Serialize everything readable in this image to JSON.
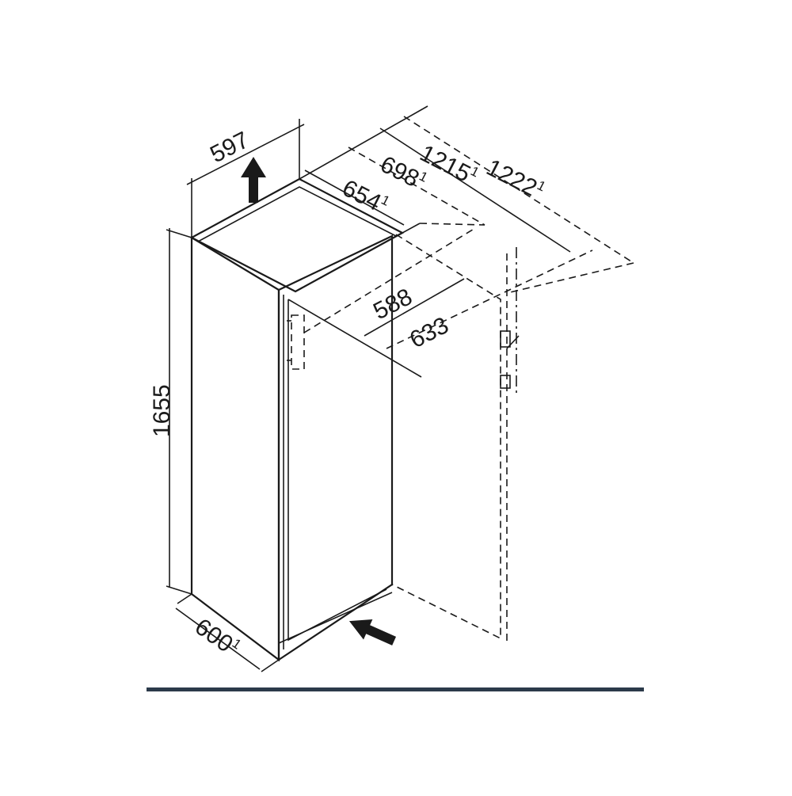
{
  "dimensions": {
    "width_top": "597",
    "height": "1655",
    "width_bottom": {
      "value": "600",
      "note": "1"
    },
    "depth_654": {
      "value": "654",
      "note": "1"
    },
    "depth_698": {
      "value": "698",
      "note": "1"
    },
    "depth_1215": {
      "value": "1215",
      "note": "1"
    },
    "depth_1222": {
      "value": "1222",
      "note": "1"
    },
    "depth_588": "588",
    "depth_633": "633"
  },
  "icons": {
    "vent_up": "up-arrow-icon",
    "vent_in": "diagonal-arrow-icon"
  },
  "colors": {
    "line": "#1a1a1a",
    "baseline": "#2b3a4a"
  }
}
